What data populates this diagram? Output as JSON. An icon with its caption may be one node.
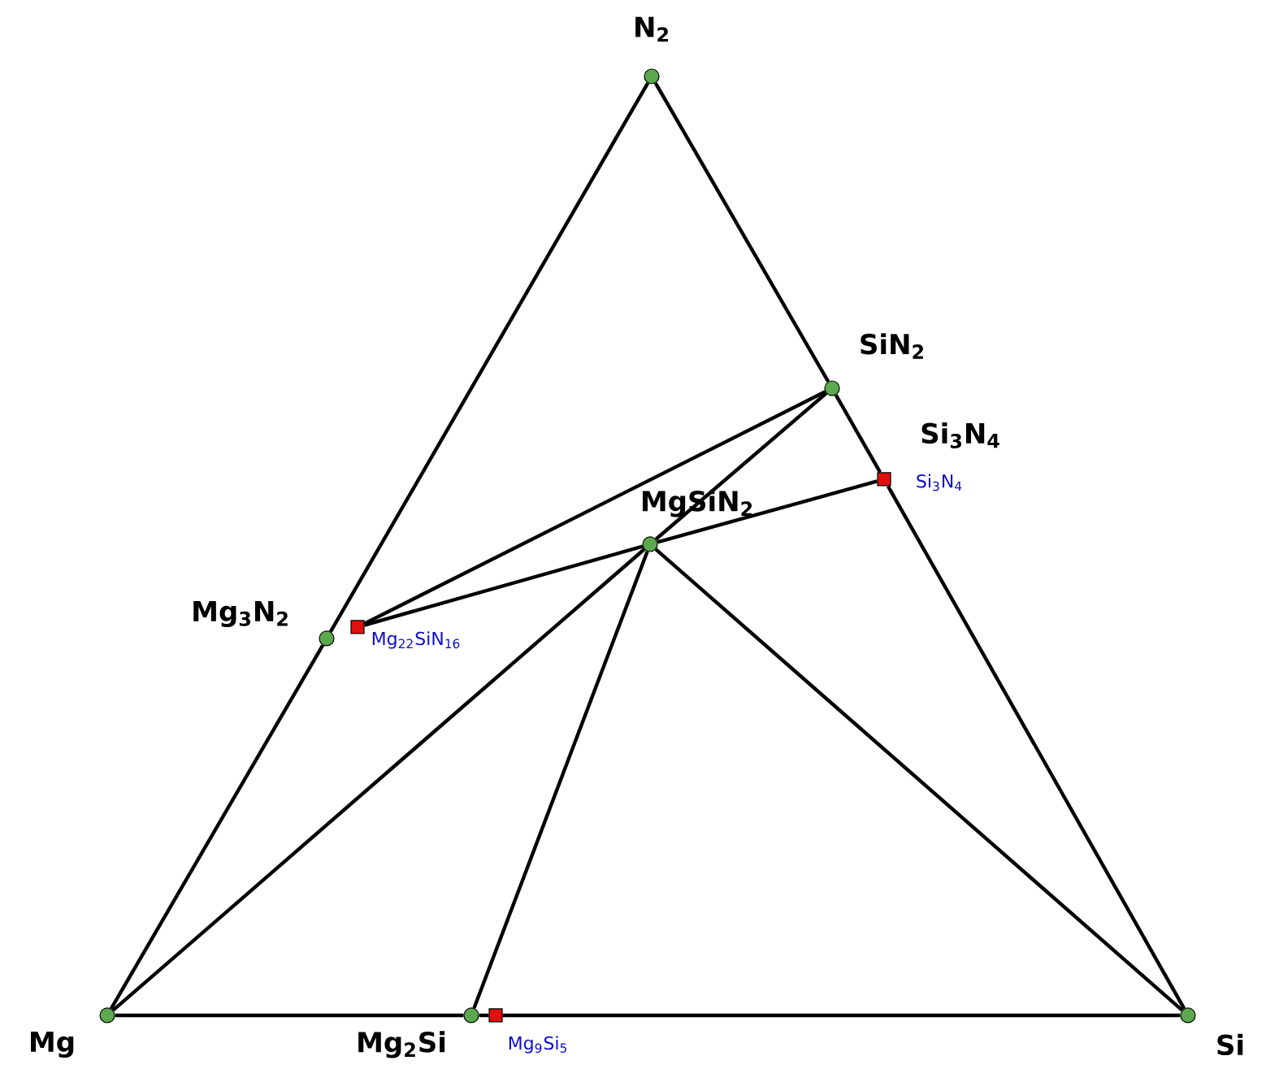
{
  "diagram": {
    "nodes": [
      {
        "text": [
          "N$_{2}$"
        ]
      },
      {
        "text": [
          "SiN$_{2}$"
        ]
      },
      {
        "text": [
          "Si$_{3}$N$_{4}$"
        ],
        "beside": [
          "Si$_{3}$N$_{4}$"
        ]
      },
      {
        "text": [
          "MgSiN$_{2}$"
        ]
      },
      {
        "text": [
          "Mg$_{3}$N$_{2}$"
        ]
      },
      {
        "text": [],
        "shape": "box",
        "beside": [
          "Mg$_{22}$SiN$_{16}$"
        ]
      },
      {
        "text": [
          "Mg"
        ]
      },
      {
        "text": [
          "Mg$_{2}$Si"
        ]
      },
      {
        "text": [],
        "shape": "box",
        "beside": [
          "Mg$_{9}$Si$_{5}$"
        ]
      },
      {
        "text": [
          "Si"
        ]
      }
    ],
    "edges": [
      {
        "from": 0,
        "to": 1,
        "arrow": "none"
      },
      {
        "from": 1,
        "to": 2,
        "arrow": "none"
      },
      {
        "from": 2,
        "to": 9,
        "arrow": "none"
      },
      {
        "from": 0,
        "to": 4,
        "arrow": "none"
      },
      {
        "from": 4,
        "to": 6,
        "arrow": "none"
      },
      {
        "from": 6,
        "to": 7,
        "arrow": "none"
      },
      {
        "from": 7,
        "to": 8,
        "arrow": "none"
      },
      {
        "from": 8,
        "to": 9,
        "arrow": "none"
      },
      {
        "from": 1,
        "to": 5,
        "arrow": "none"
      },
      {
        "from": 3,
        "to": 5,
        "arrow": "none"
      },
      {
        "from": 1,
        "to": 3,
        "arrow": "none"
      },
      {
        "from": 3,
        "to": 2,
        "arrow": "none"
      },
      {
        "from": 3,
        "to": 6,
        "arrow": "none"
      },
      {
        "from": 3,
        "to": 7,
        "arrow": "none"
      },
      {
        "from": 3,
        "to": 9,
        "arrow": "none"
      }
    ]
  }
}
